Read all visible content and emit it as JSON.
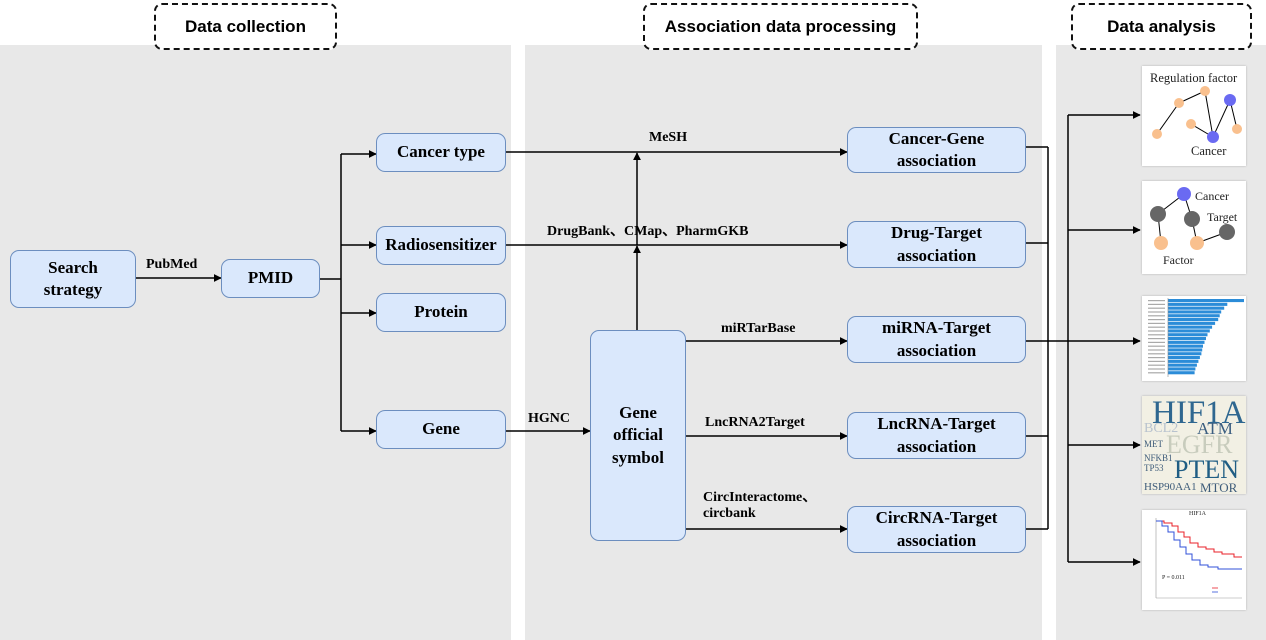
{
  "sections": {
    "collection": "Data collection",
    "processing": "Association data processing",
    "analysis": "Data analysis"
  },
  "nodes": {
    "search": "Search\nstrategy",
    "pmid": "PMID",
    "cancer_type": "Cancer type",
    "radiosensitizer": "Radiosensitizer",
    "protein": "Protein",
    "gene": "Gene",
    "gene_symbol": "Gene\nofficial\nsymbol",
    "cancer_gene": "Cancer-Gene\nassociation",
    "drug_target": "Drug-Target\nassociation",
    "mirna_target": "miRNA-Target\nassociation",
    "lncrna_target": "LncRNA-Target\nassociation",
    "circrna_target": "CircRNA-Target\nassociation"
  },
  "edge_labels": {
    "pubmed": "PubMed",
    "mesh": "MeSH",
    "drug_dbs": "DrugBank、CMap、PharmGKB",
    "hgnc": "HGNC",
    "mirtarbase": "miRTarBase",
    "lncrna2target": "LncRNA2Target",
    "circ_dbs": "CircInteractome、\ncircbank"
  },
  "thumbnails": {
    "network1": {
      "title": "Regulation factor",
      "sub": "Cancer"
    },
    "network2": {
      "top": "Cancer",
      "right": "Target",
      "bottom": "Factor"
    },
    "wordcloud": {
      "words": [
        "HIF1A",
        "EGFR",
        "PTEN",
        "ATM",
        "MTOR",
        "HSP90AA1",
        "BCL2",
        "TP53",
        "MET",
        "NFKB1"
      ]
    },
    "survival": {
      "title": "HIF1A",
      "pvalue": "P = 0.011"
    }
  },
  "colors": {
    "node_fill": "#dae8fc",
    "node_border": "#6c8ebf",
    "panel": "#e8e8e8",
    "network_orange": "#f9c08e",
    "network_blue": "#6a6af2",
    "network_gray": "#666666",
    "bar_blue": "#2b8cd8",
    "survival_red": "#e8202a",
    "survival_blue": "#3050d8"
  }
}
